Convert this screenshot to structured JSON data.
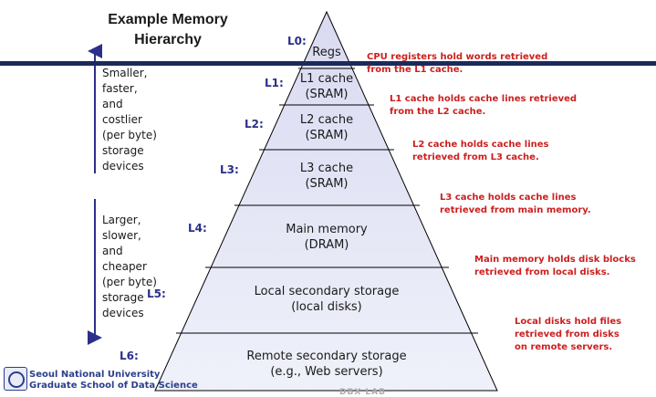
{
  "title_line1": "Example Memory",
  "title_line2": "Hierarchy",
  "side_top": [
    "Smaller,",
    "faster,",
    "and",
    "costlier",
    "(per byte)",
    "storage",
    "devices"
  ],
  "side_bottom": [
    "Larger,",
    "slower,",
    "and",
    "cheaper",
    "(per byte)",
    "storage",
    "devices"
  ],
  "levels": [
    {
      "tag": "L0:",
      "lines": [
        "Regs"
      ],
      "note": [
        "CPU registers hold words retrieved",
        "from the L1 cache."
      ]
    },
    {
      "tag": "L1:",
      "lines": [
        "L1 cache",
        "(SRAM)"
      ],
      "note": [
        "L1 cache holds cache lines retrieved",
        "from the L2 cache."
      ]
    },
    {
      "tag": "L2:",
      "lines": [
        "L2 cache",
        "(SRAM)"
      ],
      "note": [
        "L2 cache holds cache lines",
        " retrieved from L3 cache."
      ]
    },
    {
      "tag": "L3:",
      "lines": [
        "L3 cache",
        "(SRAM)"
      ],
      "note": [
        "L3 cache holds cache lines",
        " retrieved from main memory."
      ]
    },
    {
      "tag": "L4:",
      "lines": [
        "Main memory",
        "(DRAM)"
      ],
      "note": [
        "Main memory holds disk blocks",
        "retrieved from local disks."
      ]
    },
    {
      "tag": "L5:",
      "lines": [
        "Local secondary storage",
        "(local disks)"
      ],
      "note": [
        "Local disks hold files",
        "retrieved from disks",
        "on remote servers."
      ]
    },
    {
      "tag": "L6:",
      "lines": [
        "Remote secondary storage",
        "(e.g., Web servers)"
      ],
      "note": []
    }
  ],
  "footer": {
    "univ_line1": "Seoul National University",
    "univ_line2": "Graduate School of Data Science",
    "watermark": "DBX LAB"
  },
  "colors": {
    "fill_top": "#dfe0f3",
    "fill_bottom": "#eef0f9",
    "stroke": "#000000",
    "note": "#cc1f1f",
    "level_tag": "#2b2f8a",
    "bar": "#1b2a5c"
  }
}
